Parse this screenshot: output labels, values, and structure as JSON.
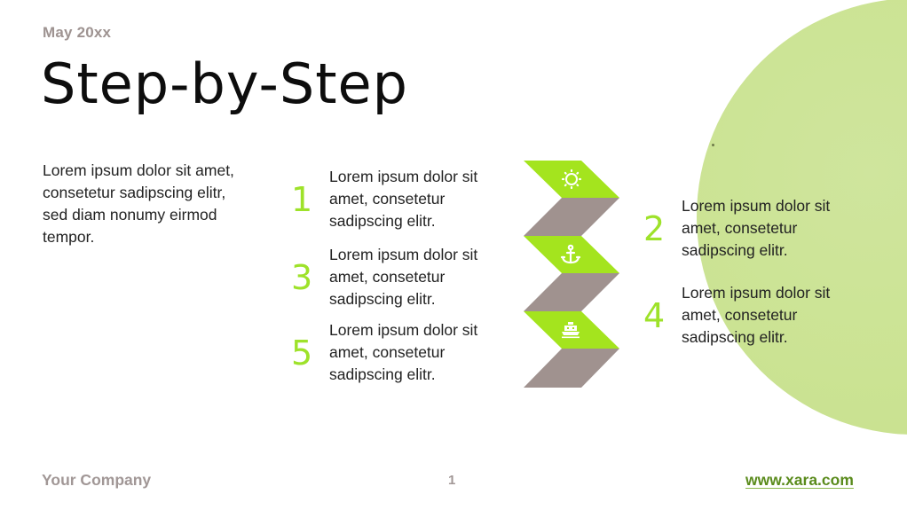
{
  "slide": {
    "date": "May 20xx",
    "title": "Step-by-Step",
    "intro": "Lorem ipsum dolor sit amet, consetetur sadipscing elitr, sed diam nonumy eirmod tempor."
  },
  "steps": [
    {
      "number": "1",
      "text": "Lorem ipsum dolor sit amet, consetetur sadipscing elitr."
    },
    {
      "number": "2",
      "text": "Lorem ipsum dolor sit amet, consetetur sadipscing elitr."
    },
    {
      "number": "3",
      "text": "Lorem ipsum dolor sit amet, consetetur sadipscing elitr."
    },
    {
      "number": "4",
      "text": "Lorem ipsum dolor sit amet, consetetur sadipscing elitr."
    },
    {
      "number": "5",
      "text": "Lorem ipsum dolor sit amet, consetetur sadipscing elitr."
    }
  ],
  "chevron": {
    "icons": [
      "sun-gear-icon",
      "anchor-icon",
      "ship-icon"
    ],
    "colors": {
      "green": "#a4e41e",
      "gray": "#a0928f"
    }
  },
  "colors": {
    "accent_green": "#9ee22a",
    "circle": "#cbe393",
    "muted_text": "#9e9391",
    "link": "#5a8b1c"
  },
  "footer": {
    "company": "Your Company",
    "page": "1",
    "url": "www.xara.com"
  }
}
